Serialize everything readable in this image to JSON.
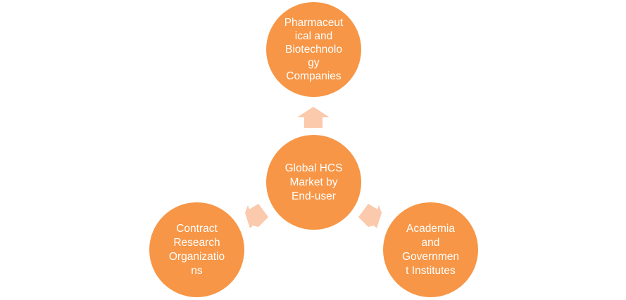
{
  "diagram": {
    "type": "radial-hub",
    "colors": {
      "node_fill": "#f79646",
      "node_text": "#ffffff",
      "arrow_fill": "#fbc9ac"
    },
    "center": {
      "label": "Global HCS\nMarket by\nEnd-user"
    },
    "nodes": [
      {
        "id": "top",
        "label": "Pharmaceut\nical and\nBiotechnolo\ngy\nCompanies"
      },
      {
        "id": "left",
        "label": "Contract\nResearch\nOrganizatio\nns"
      },
      {
        "id": "right",
        "label": "Academia\nand\nGovernmen\nt Institutes"
      }
    ],
    "edges": [
      {
        "from": "center",
        "to": "top",
        "icon": "arrow-up-icon"
      },
      {
        "from": "center",
        "to": "left",
        "icon": "arrow-down-left-icon"
      },
      {
        "from": "center",
        "to": "right",
        "icon": "arrow-down-right-icon"
      }
    ]
  }
}
